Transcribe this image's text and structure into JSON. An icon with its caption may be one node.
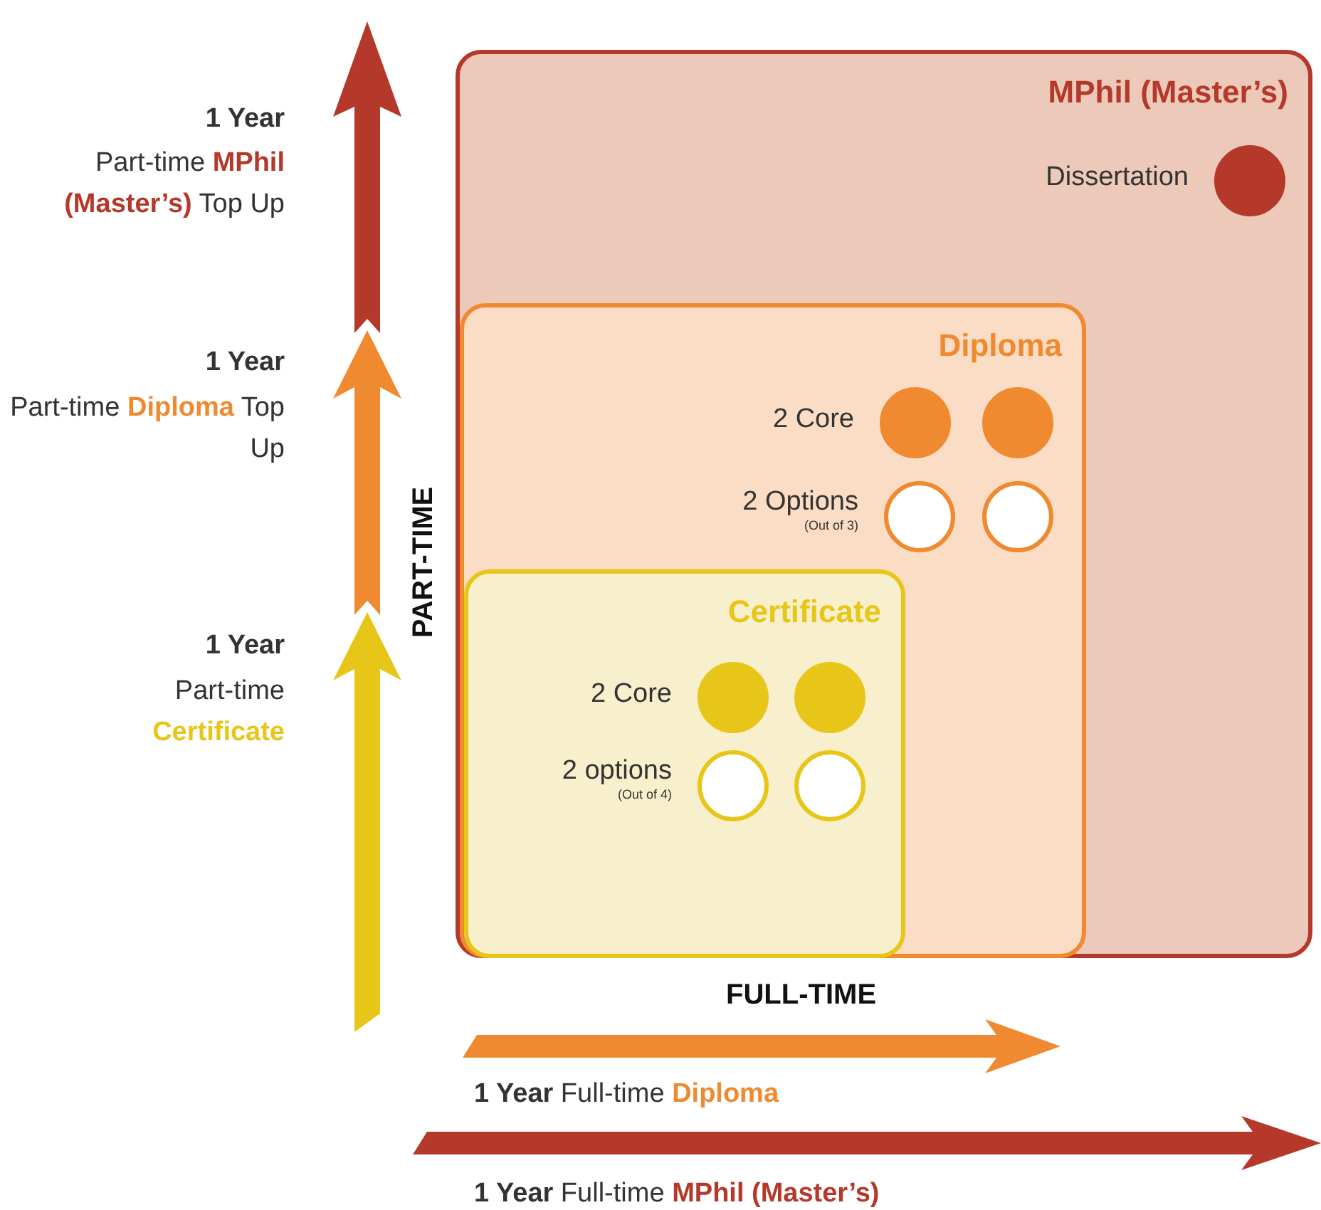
{
  "diagram": {
    "nodes": [
      {
        "text": [
          "MPhil (Master’s)"
        ]
      },
      {
        "text": [],
        "shape": "circle",
        "in": 0,
        "beside": [
          "Dissertation"
        ]
      },
      {
        "text": [
          "Diploma"
        ],
        "in": 0
      },
      {
        "text": [],
        "shape": "circle",
        "in": 2,
        "beside": [
          "2 Core"
        ]
      },
      {
        "text": [],
        "shape": "circle",
        "in": 2
      },
      {
        "text": [],
        "shape": "circle",
        "in": 2,
        "beside": [
          "2 Options",
          "(Out of 3)"
        ]
      },
      {
        "text": [],
        "shape": "circle",
        "in": 2
      },
      {
        "text": [
          "Certificate"
        ],
        "in": 2
      },
      {
        "text": [],
        "shape": "circle",
        "in": 7,
        "beside": [
          "2 Core"
        ]
      },
      {
        "text": [],
        "shape": "circle",
        "in": 7
      },
      {
        "text": [],
        "shape": "circle",
        "in": 7,
        "beside": [
          "2 options",
          "(Out of 4)"
        ]
      },
      {
        "text": [],
        "shape": "circle",
        "in": 7
      }
    ],
    "labels": [
      "1 Year",
      "Part-time **MPhil (Master’s)** Top Up",
      "1 Year",
      "Part-time **Diploma** Top Up",
      "1 Year",
      "Part-time **Certificate**",
      "PART-TIME",
      "FULL-TIME",
      "**1 Year** Full-time **Diploma**",
      "**1 Year** Full-time **MPhil (Master’s)**"
    ]
  }
}
